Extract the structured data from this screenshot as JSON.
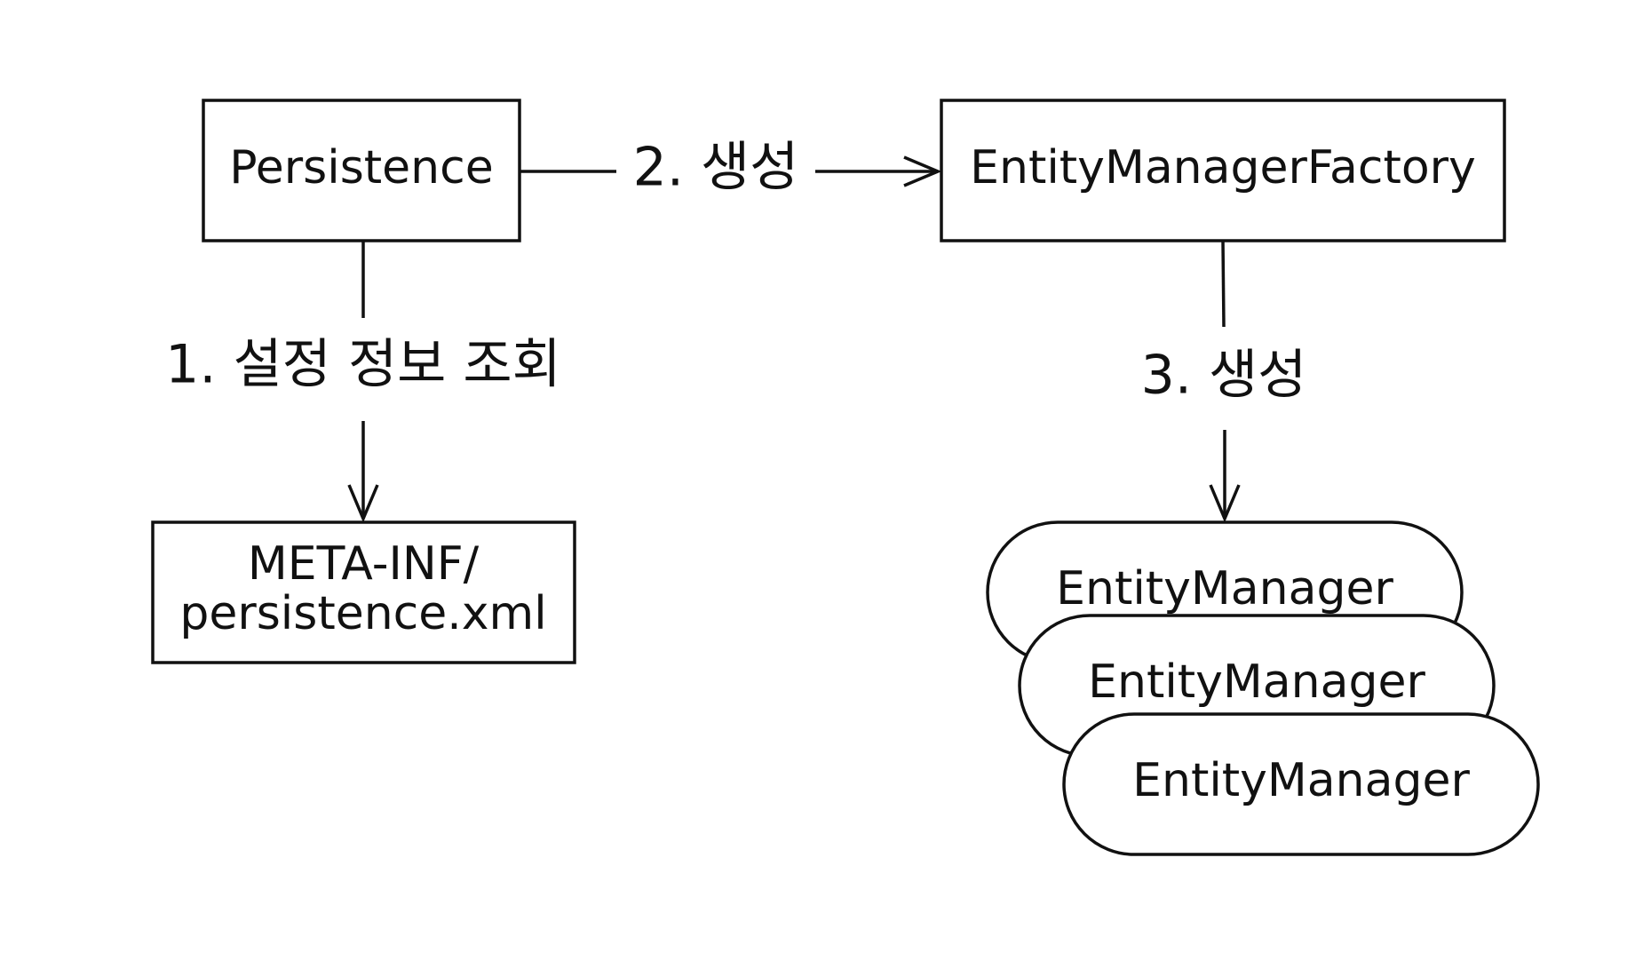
{
  "nodes": {
    "persistence": {
      "label": "Persistence"
    },
    "emf": {
      "label": "EntityManagerFactory"
    },
    "config": {
      "line1": "META-INF/",
      "line2": "persistence.xml"
    },
    "entity_managers": [
      {
        "label": "EntityManager"
      },
      {
        "label": "EntityManager"
      },
      {
        "label": "EntityManager"
      }
    ]
  },
  "edges": {
    "create_factory": {
      "label": "2. 생성"
    },
    "read_config": {
      "label": "1. 설정 정보 조회"
    },
    "create_manager": {
      "label": "3. 생성"
    }
  }
}
